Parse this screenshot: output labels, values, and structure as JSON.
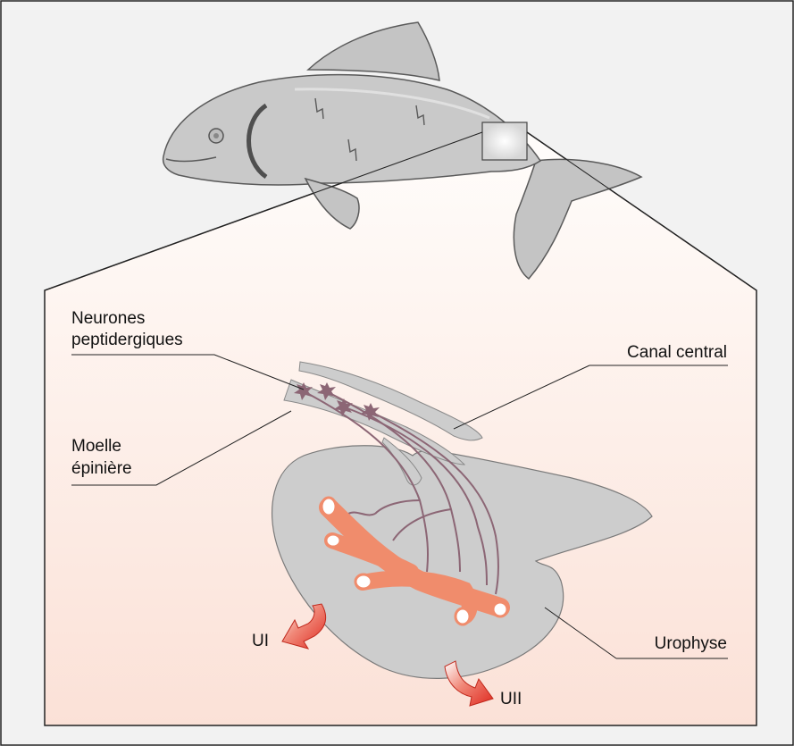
{
  "labels": {
    "neurones_line1": "Neurones",
    "neurones_line2": "peptidergiques",
    "canal_central": "Canal central",
    "moelle_line1": "Moelle",
    "moelle_line2": "épinière",
    "urophyse": "Urophyse",
    "ui": "UI",
    "uii": "UII"
  },
  "colors": {
    "frame_background": "#f2f2f2",
    "panel_gradient_top": "#fffdfb",
    "panel_gradient_bottom": "#fbe1d7",
    "fish_body": "#c9c9c9",
    "tissue": "#cdcdcd",
    "vessels": "#f08c6c",
    "neurons": "#8c6675",
    "arrow_red": "#e43a2c"
  }
}
